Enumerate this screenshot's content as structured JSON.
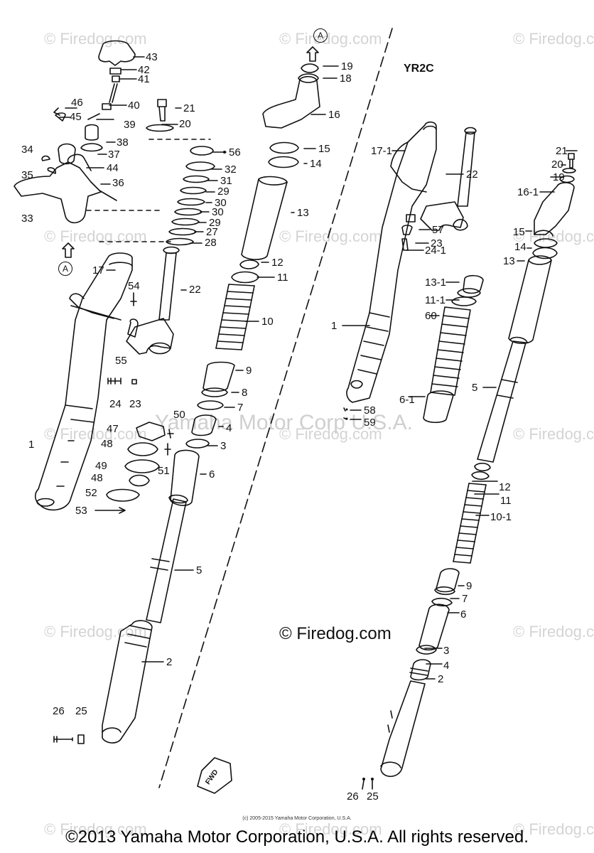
{
  "model_code": "YR2C",
  "ref_marker": "A",
  "fwd_label": "FWD",
  "watermark_text": "© Firedog.com",
  "watermark_center": "Yamaha Motor Corp U.S.A.",
  "copyright_center": "© Firedog.com",
  "copyright_small": "(c) 2005-2015 Yamaha Motor Corporation, U.S.A.",
  "copyright_footer": "©2013 Yamaha Motor Corporation, U.S.A. All rights reserved.",
  "callouts": {
    "c43": "43",
    "c42": "42",
    "c41": "41",
    "c46": "46",
    "c40": "40",
    "c45": "45",
    "c39": "39",
    "c38": "38",
    "c34": "34",
    "c37": "37",
    "c35": "35",
    "c44": "44",
    "c36": "36",
    "c33": "33",
    "c21": "21",
    "c20": "20",
    "c56": "56",
    "c32": "32",
    "c31": "31",
    "c29a": "29",
    "c30a": "30",
    "c30b": "30",
    "c29b": "29",
    "c27": "27",
    "c28": "28",
    "c17": "17",
    "c54": "54",
    "c22": "22",
    "c55": "55",
    "c24": "24",
    "c23": "23",
    "c1": "1",
    "c47": "47",
    "c50": "50",
    "c48a": "48",
    "c49": "49",
    "c51": "51",
    "c48b": "48",
    "c52": "52",
    "c53": "53",
    "c19": "19",
    "c18": "18",
    "c16": "16",
    "c15": "15",
    "c14": "14",
    "c13": "13",
    "c12": "12",
    "c11": "11",
    "c10": "10",
    "c9": "9",
    "c8": "8",
    "c7": "7",
    "c4": "4",
    "c3": "3",
    "c6": "6",
    "c5": "5",
    "c2": "2",
    "c26": "26",
    "c25": "25",
    "r17_1": "17-1",
    "r22": "22",
    "r57": "57",
    "r23": "23",
    "r24_1": "24-1",
    "r1": "1",
    "r13_1": "13-1",
    "r11_1": "11-1",
    "r60": "60",
    "r6_1": "6-1",
    "r58": "58",
    "r59": "59",
    "r21": "21",
    "r20": "20",
    "r19": "19",
    "r16_1": "16-1",
    "r15": "15",
    "r14": "14",
    "r13": "13",
    "r5": "5",
    "r12": "12",
    "r11": "11",
    "r10_1": "10-1",
    "r9": "9",
    "r7": "7",
    "r6": "6",
    "r3": "3",
    "r4": "4",
    "r2": "2",
    "r26": "26",
    "r25": "25"
  }
}
